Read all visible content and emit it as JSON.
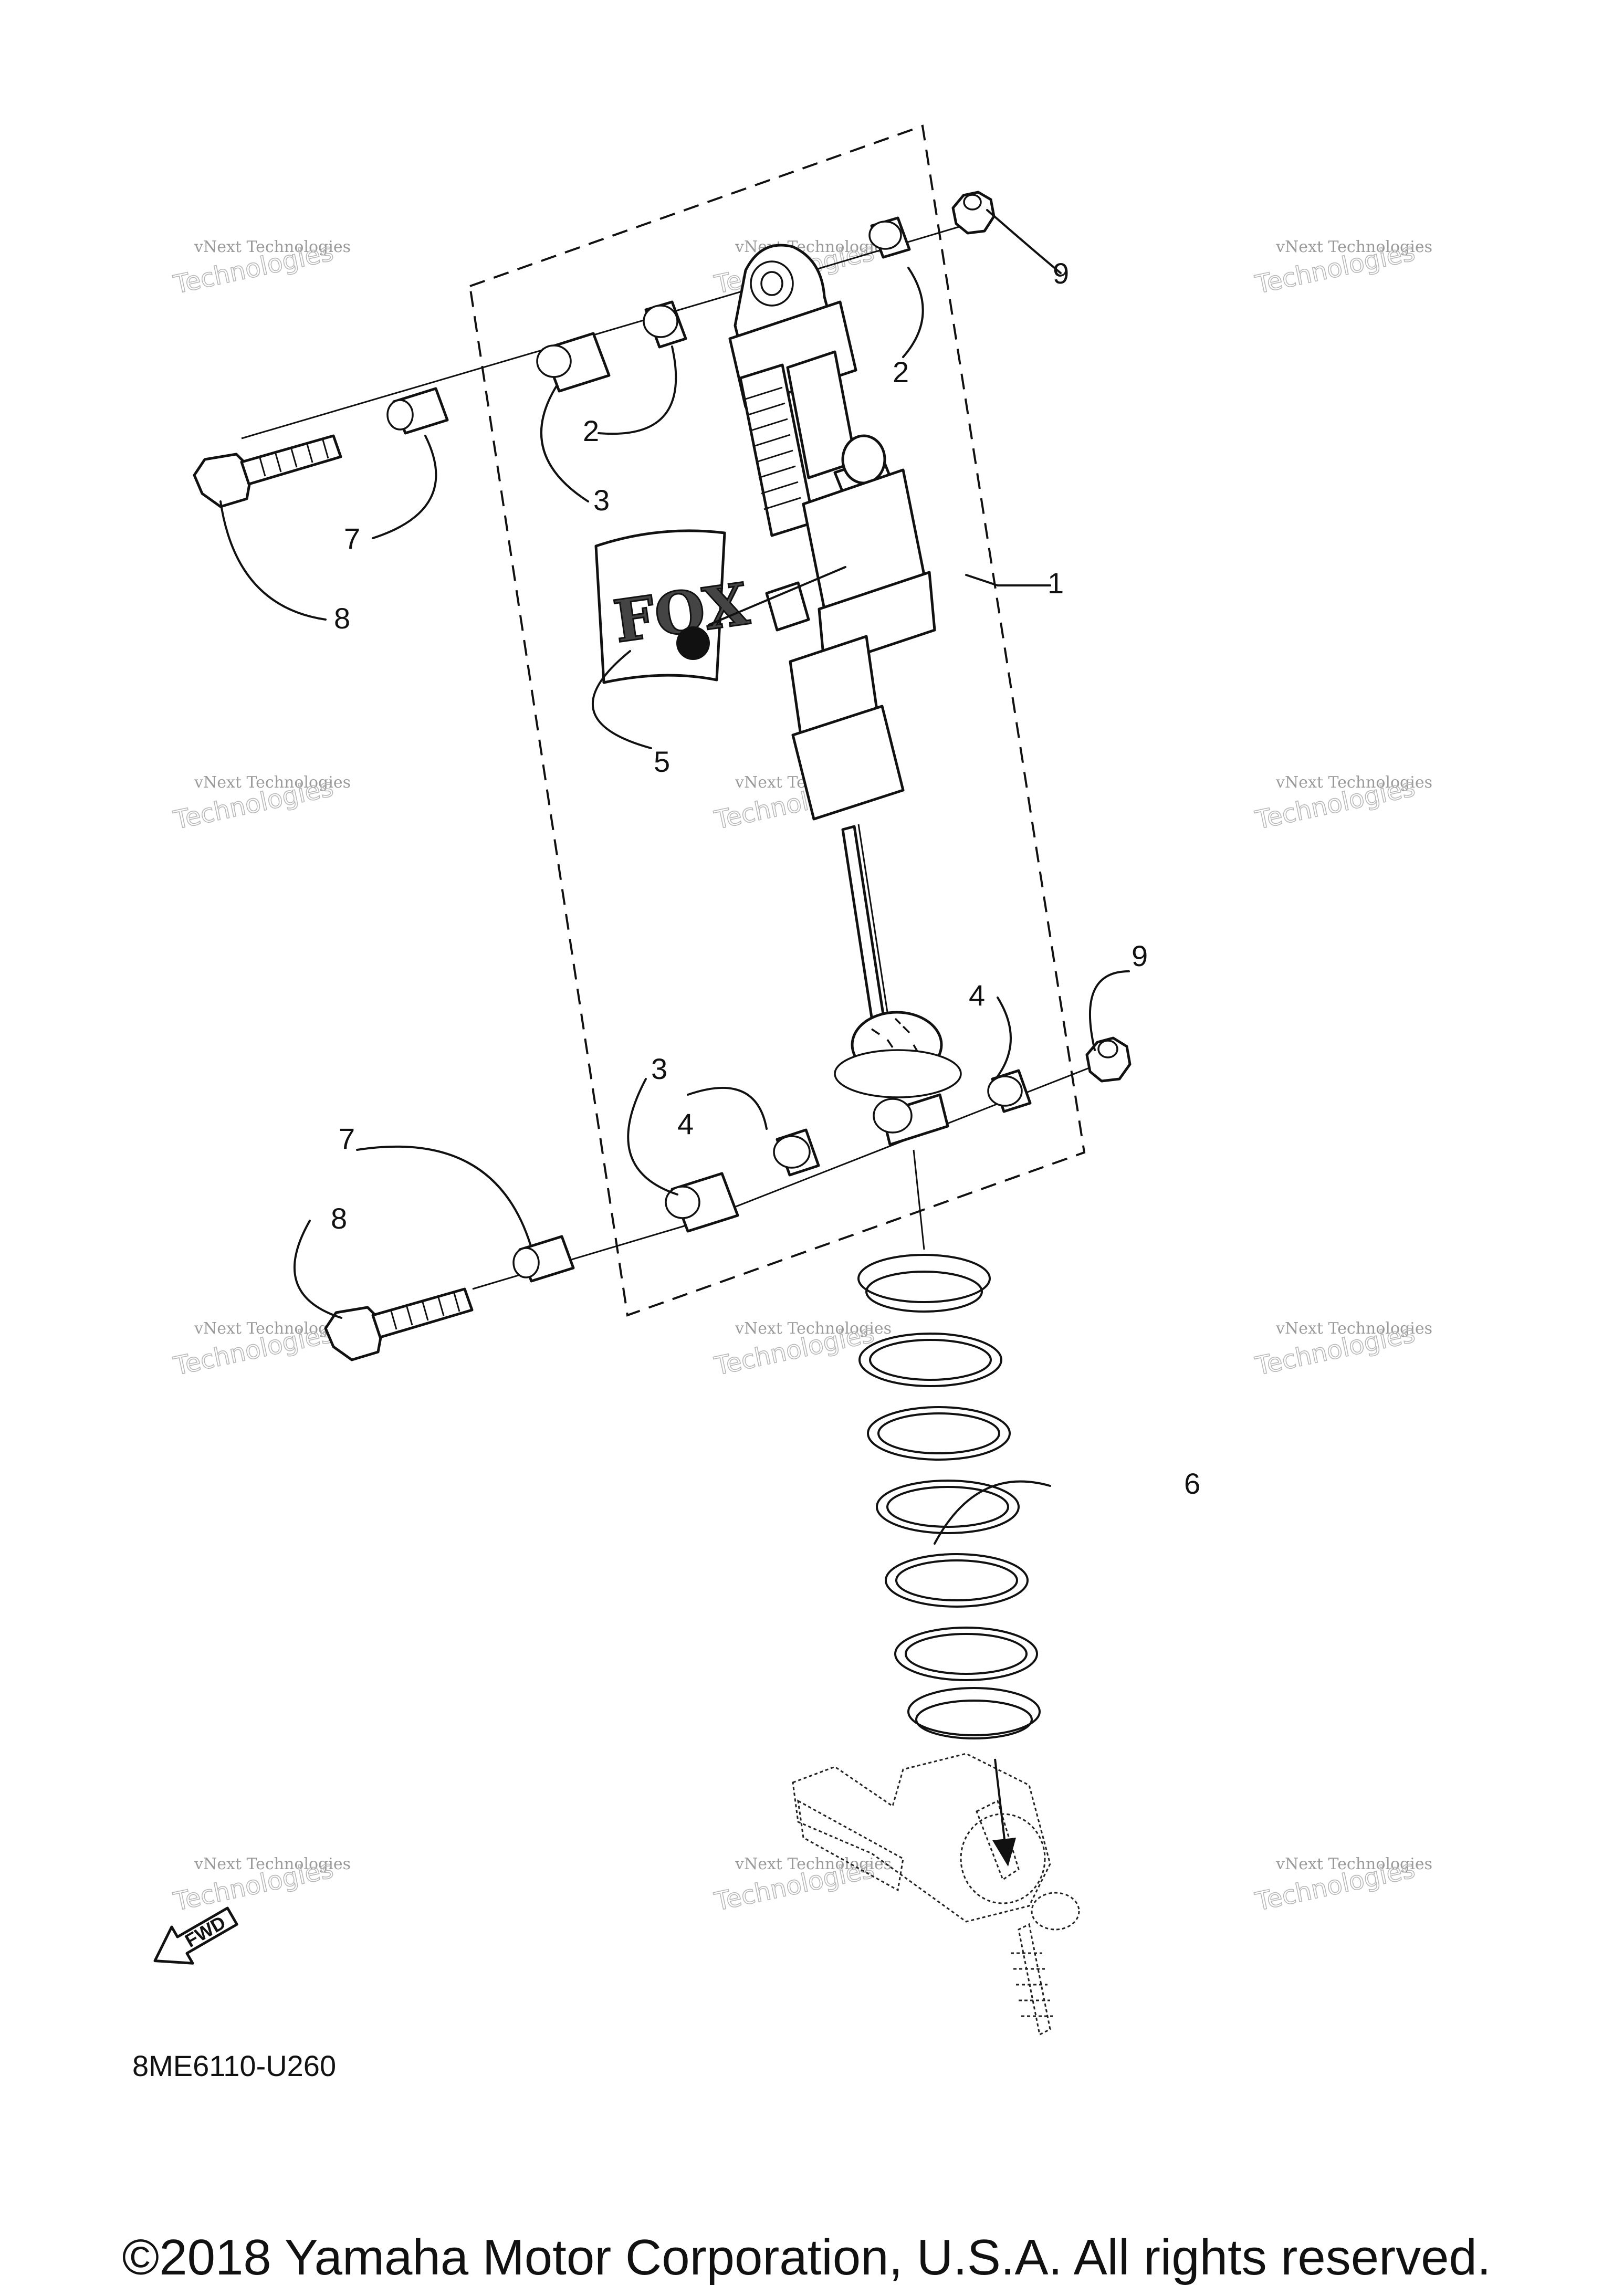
{
  "callouts": {
    "c1": "1",
    "c2a": "2",
    "c2b": "2",
    "c3a": "3",
    "c3b": "3",
    "c4a": "4",
    "c4b": "4",
    "c5": "5",
    "c6": "6",
    "c7a": "7",
    "c7b": "7",
    "c8a": "8",
    "c8b": "8",
    "c9a": "9",
    "c9b": "9"
  },
  "logo_text": "FOX",
  "fwd_label": "FWD",
  "watermark": {
    "line1": "vNext Technologies",
    "line2": "Technologies",
    "line3": "vNext"
  },
  "code_label": "8ME6110-U260",
  "copyright": "©2018 Yamaha Motor Corporation, U.S.A. All rights reserved."
}
